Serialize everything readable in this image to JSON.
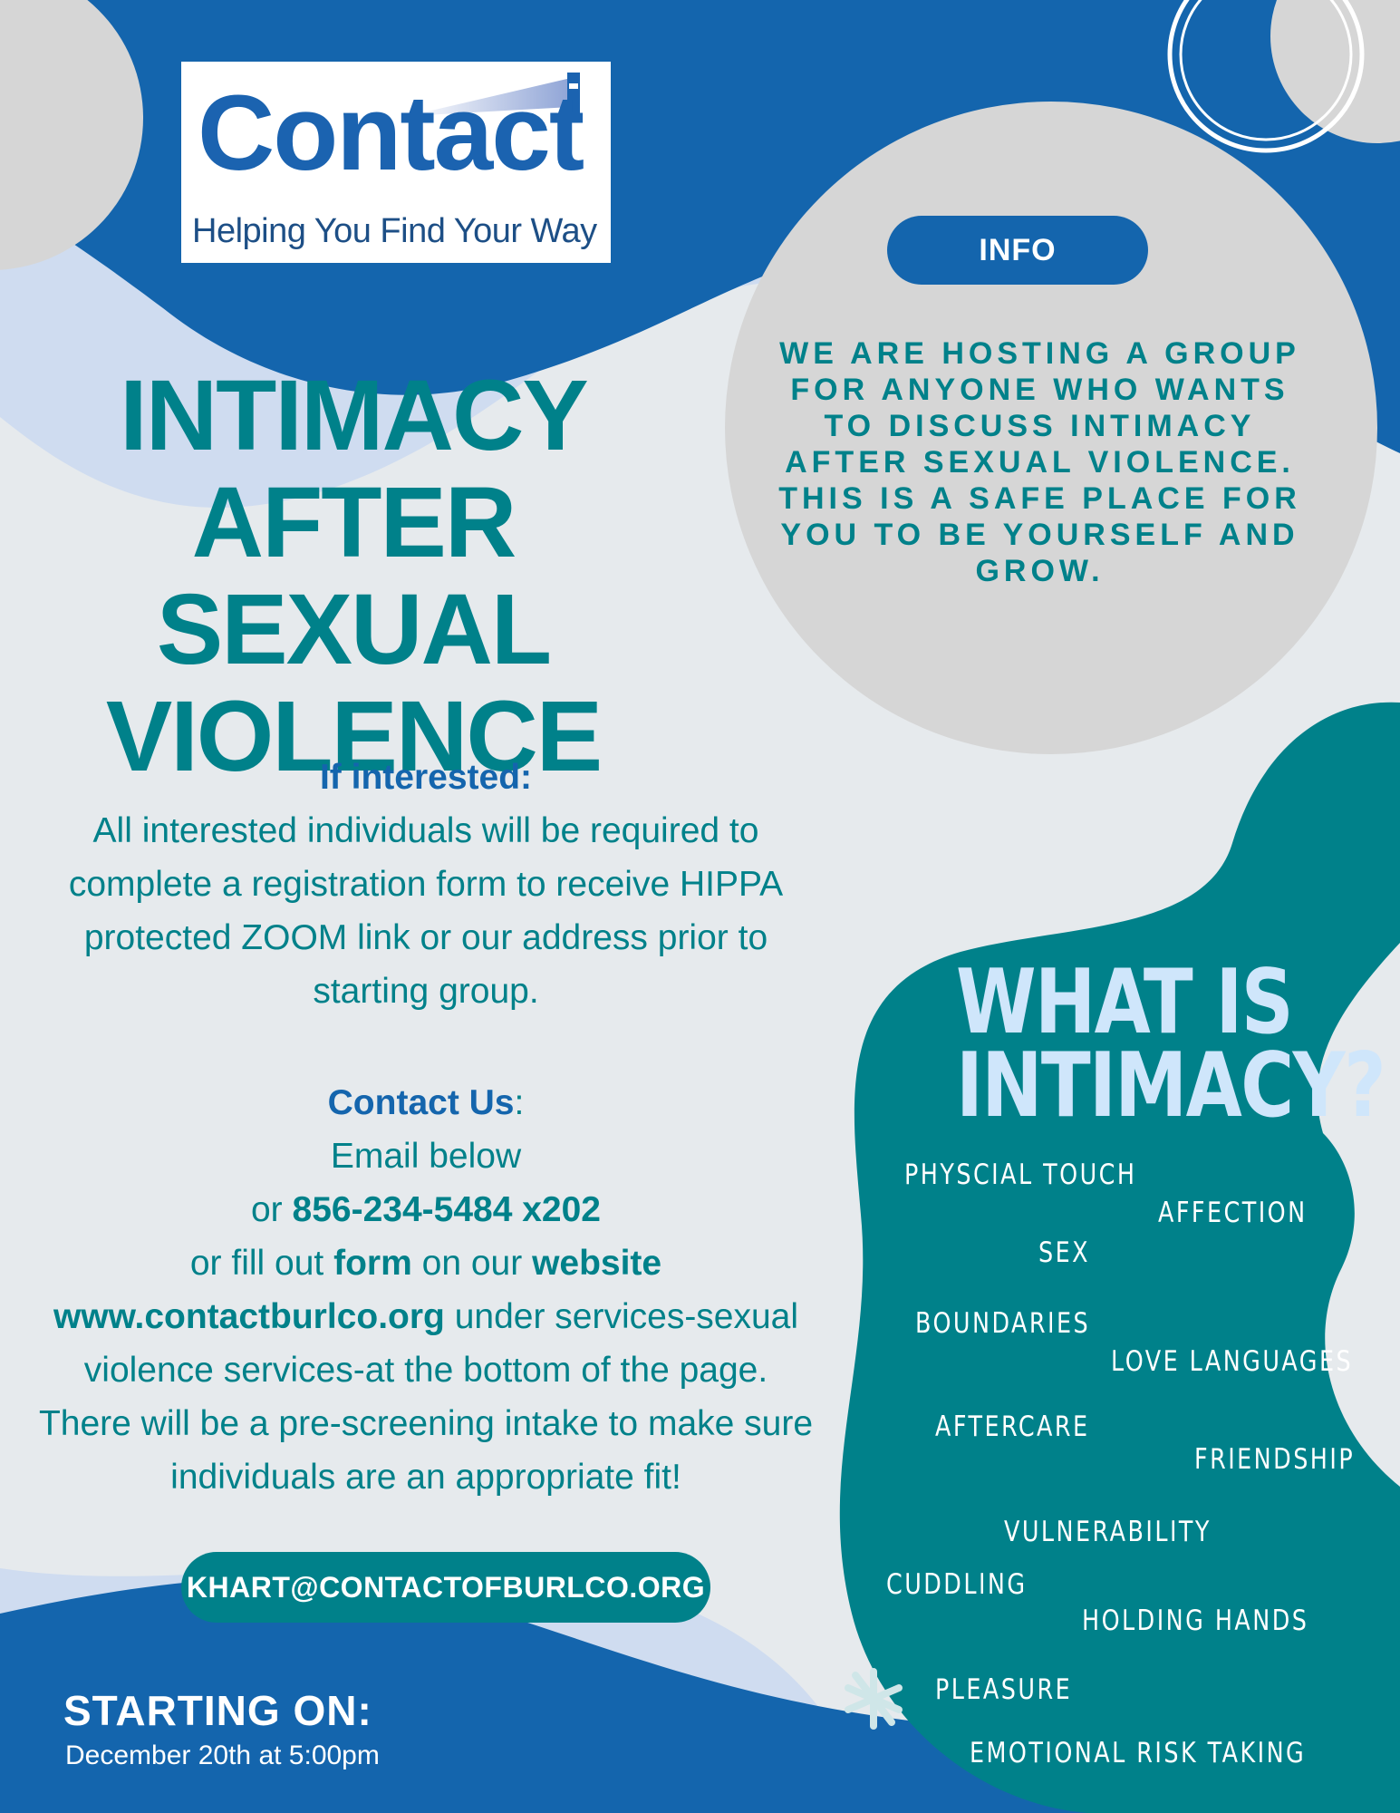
{
  "colors": {
    "blue": "#1465ad",
    "teal": "#00818a",
    "light_gray": "#d6d6d6",
    "light_blue": "#cfdcf0",
    "background": "#e6eaed"
  },
  "logo": {
    "word": "Contact",
    "tagline": "Helping You Find Your Way"
  },
  "title": {
    "line1": "INTIMACY",
    "line2": "AFTER SEXUAL",
    "line3": "VIOLENCE"
  },
  "info": {
    "label": "INFO",
    "text": "WE ARE HOSTING A GROUP FOR ANYONE WHO WANTS TO DISCUSS INTIMACY AFTER SEXUAL VIOLENCE. THIS IS A SAFE PLACE FOR YOU TO BE YOURSELF AND GROW."
  },
  "interested": {
    "heading": "If interested:",
    "text": "All interested individuals will be required to complete a registration form to receive HIPPA protected ZOOM link or our address prior to starting group."
  },
  "contact": {
    "heading": "Contact Us",
    "colon": ":",
    "email_line": "Email below",
    "or": "or",
    "phone": "856-234-5484 x202",
    "fill_out": "or fill out",
    "form": "form",
    "on_our": "on our",
    "website": "website",
    "url": "www.contactburlco.org",
    "url_tail": "under services-sexual violence services-at the bottom of the page.",
    "screening": "There will be a pre-screening intake to make sure individuals are an appropriate fit!"
  },
  "email_button": "KHART@CONTACTOFBURLCO.ORG",
  "starting": {
    "heading": "STARTING ON:",
    "date": "December 20th at 5:00pm"
  },
  "intimacy": {
    "heading_line1": "WHAT IS",
    "heading_line2": "INTIMACY?",
    "words": [
      "PHYSCIAL TOUCH",
      "AFFECTION",
      "SEX",
      "BOUNDARIES",
      "LOVE LANGUAGES",
      "AFTERCARE",
      "FRIENDSHIP",
      "VULNERABILITY",
      "CUDDLING",
      "HOLDING HANDS",
      "PLEASURE",
      "EMOTIONAL RISK TAKING"
    ],
    "icon": "asterisk-icon"
  }
}
